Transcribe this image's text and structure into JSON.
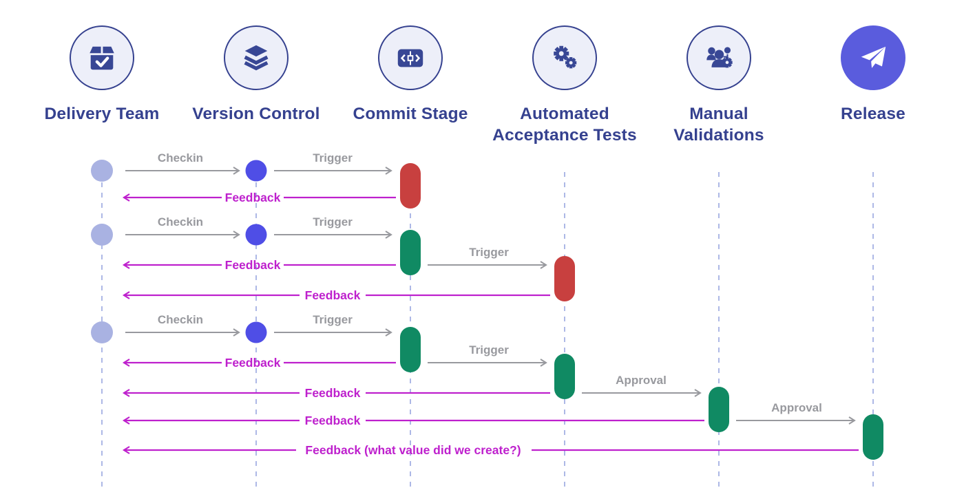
{
  "header": {
    "stages": [
      {
        "label": "Delivery Team",
        "icon": "package-check-icon"
      },
      {
        "label": "Version Control",
        "icon": "layers-icon"
      },
      {
        "label": "Commit Stage",
        "icon": "code-commit-icon"
      },
      {
        "label": "Automated Acceptance Tests",
        "icon": "gears-icon"
      },
      {
        "label": "Manual Validations",
        "icon": "people-gear-icon"
      },
      {
        "label": "Release",
        "icon": "paper-plane-icon"
      }
    ]
  },
  "diagram": {
    "labels": {
      "checkin": "Checkin",
      "trigger": "Trigger",
      "feedback": "Feedback",
      "approval": "Approval",
      "feedback_final": "Feedback (what value did we create?)"
    }
  },
  "colors": {
    "stage_text": "#35418f",
    "stage_border": "#35418f",
    "stage_fill": "#edeff9",
    "icon_indigo": "#384795",
    "release_fill": "#5a5cdd",
    "delivery_dot": "#a9b2e2",
    "version_dot": "#4f4ee6",
    "fail_red": "#c8403f",
    "pass_green": "#108a63",
    "gray": "#98999e",
    "magenta": "#be20cd",
    "lifeline": "#adb8e6",
    "background": "#ffffff"
  }
}
